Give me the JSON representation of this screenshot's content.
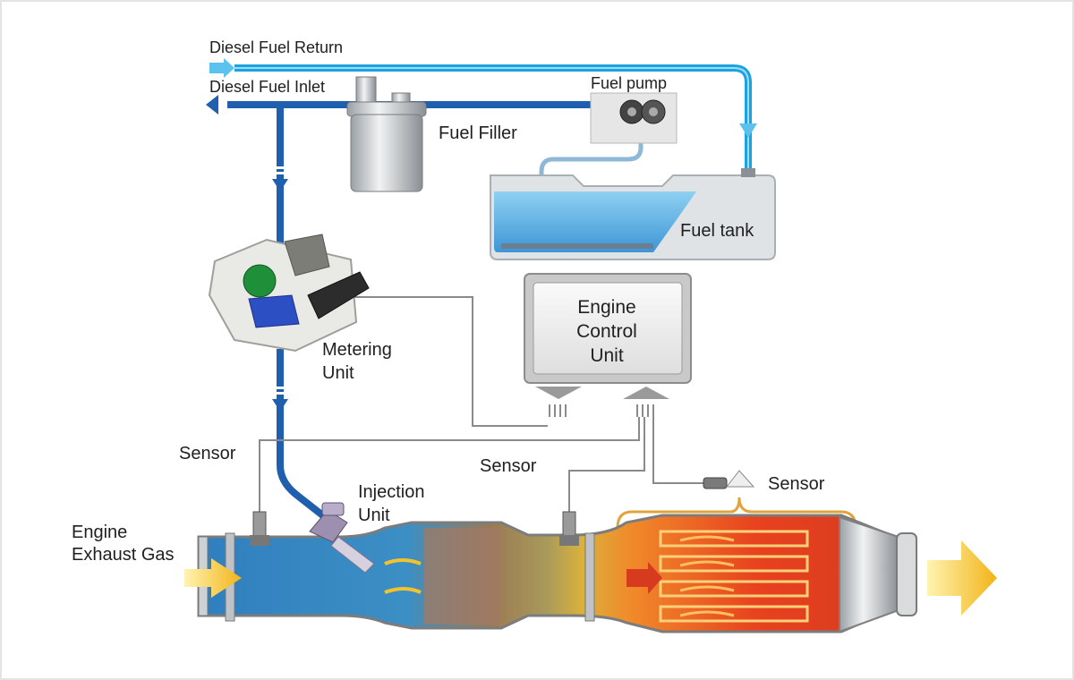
{
  "labels": {
    "diesel_fuel_return": "Diesel Fuel Return",
    "diesel_fuel_inlet": "Diesel Fuel Inlet",
    "fuel_pump": "Fuel pump",
    "fuel_filler": "Fuel Filler",
    "fuel_tank": "Fuel tank",
    "ecu_line1": "Engine",
    "ecu_line2": "Control",
    "ecu_line3": "Unit",
    "metering_line1": "Metering",
    "metering_line2": "Unit",
    "sensor_left": "Sensor",
    "sensor_middle": "Sensor",
    "sensor_right": "Sensor",
    "injection_line1": "Injection",
    "injection_line2": "Unit",
    "exhaust_line1": "Engine",
    "exhaust_line2": "Exhaust Gas"
  },
  "colors": {
    "return_line": "#1aa3e0",
    "inlet_line": "#1f5fae",
    "exhaust_cool": "#2f7fbf",
    "exhaust_hot": "#e8421f",
    "flow_arrow": "#f2c230",
    "signal_wire": "#8a8a8a",
    "heat_wire": "#e0a43a"
  }
}
